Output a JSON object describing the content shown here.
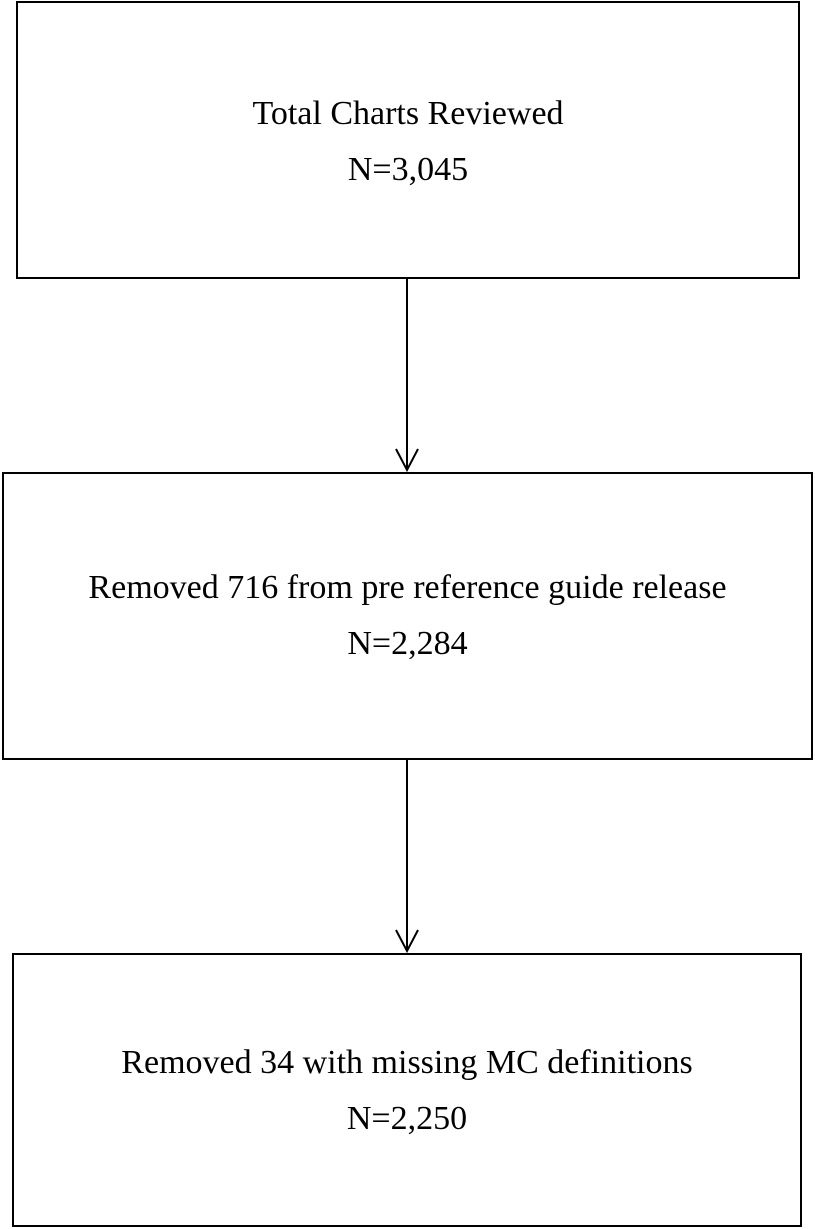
{
  "flowchart": {
    "steps": [
      {
        "label": "Total Charts Reviewed",
        "count": "N=3,045"
      },
      {
        "label": "Removed 716 from pre reference guide release",
        "count": "N=2,284"
      },
      {
        "label": "Removed 34 with missing MC definitions",
        "count": "N=2,250"
      }
    ]
  }
}
